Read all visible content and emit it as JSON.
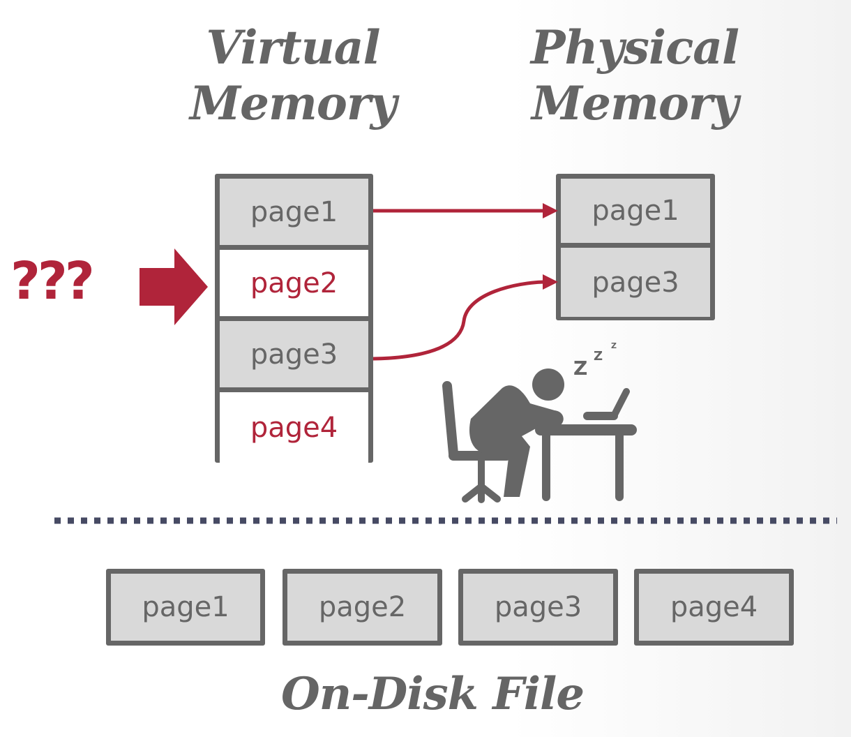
{
  "titles": {
    "virtual": "Virtual Memory",
    "physical": "Physical Memory",
    "disk": "On-Disk File"
  },
  "question_marks": "???",
  "virtual_memory": {
    "pages": [
      {
        "label": "page1",
        "mapped": true
      },
      {
        "label": "page2",
        "mapped": false
      },
      {
        "label": "page3",
        "mapped": true
      },
      {
        "label": "page4",
        "mapped": false
      }
    ]
  },
  "physical_memory": {
    "pages": [
      {
        "label": "page1"
      },
      {
        "label": "page3"
      }
    ]
  },
  "mappings": [
    {
      "from": "page1",
      "to": "page1"
    },
    {
      "from": "page3",
      "to": "page3"
    }
  ],
  "disk_file": {
    "pages": [
      "page1",
      "page2",
      "page3",
      "page4"
    ]
  },
  "sleeping_figure": {
    "icon": "sleeping-at-desk-icon",
    "snore_text": "z z z"
  },
  "colors": {
    "accent_red": "#b0243a",
    "box_border": "#666666",
    "box_fill": "#d9d9d9",
    "divider": "#464a63"
  }
}
